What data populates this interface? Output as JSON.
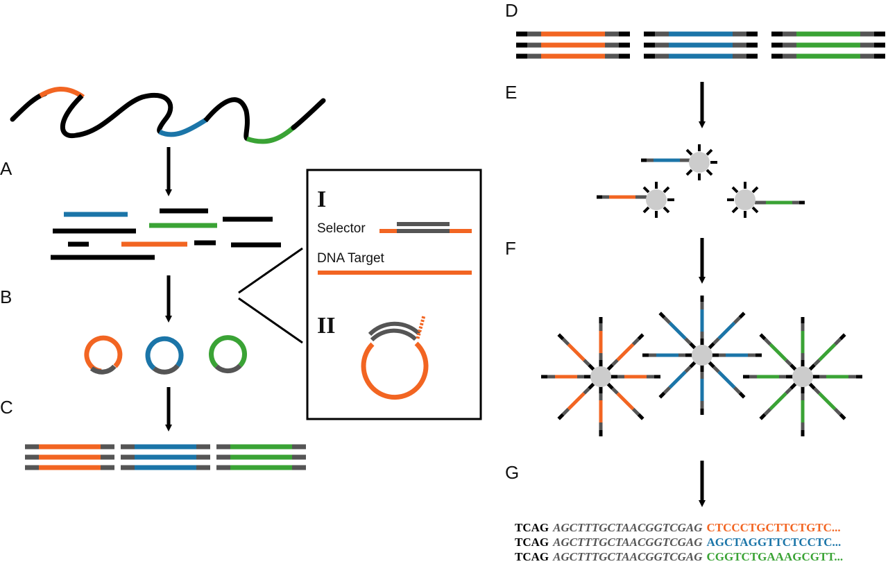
{
  "colors": {
    "orange": "#f26522",
    "blue": "#1b75a8",
    "green": "#3aa335",
    "black": "#000000",
    "adapter_gray": "#555555",
    "bead_gray": "#cccccc"
  },
  "panel_labels": {
    "A": "A",
    "B": "B",
    "C": "C",
    "D": "D",
    "E": "E",
    "F": "F",
    "G": "G"
  },
  "inset": {
    "step_one": "I",
    "step_two": "II",
    "selector_label": "Selector",
    "target_label": "DNA Target"
  },
  "sequences": [
    {
      "adapter": "TCAG",
      "key": "AGCTTTGCTAACGGTCGAG",
      "read": "CTCCCTGCTTCTGTC...",
      "color": "#f26522"
    },
    {
      "adapter": "TCAG",
      "key": "AGCTTTGCTAACGGTCGAG",
      "read": "AGCTAGGTTCTCCTC...",
      "color": "#1b75a8"
    },
    {
      "adapter": "TCAG",
      "key": "AGCTTTGCTAACGGTCGAG",
      "read": "CGGTCTGAAAGCGTT...",
      "color": "#3aa335"
    }
  ]
}
